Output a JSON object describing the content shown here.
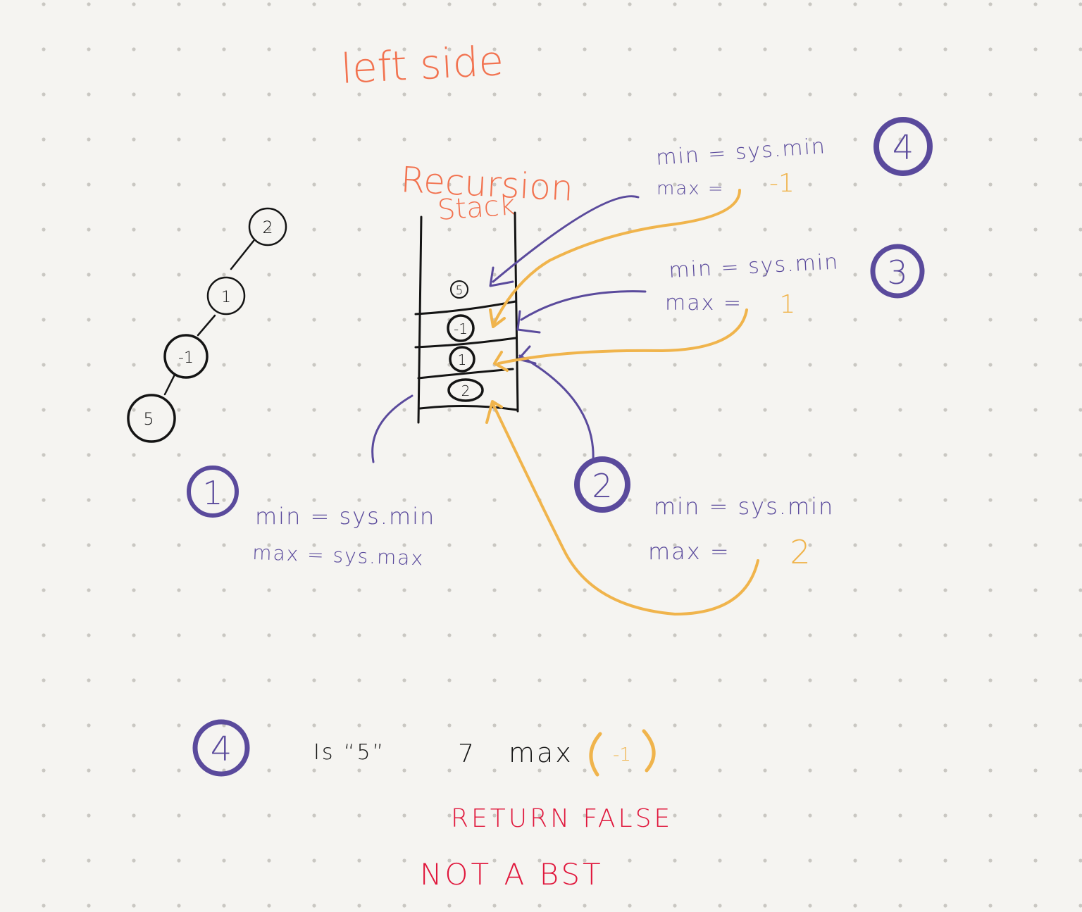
{
  "title": "left side",
  "stack_title_1": "Recursion",
  "stack_title_2": "Stack",
  "tree_nodes": [
    "2",
    "1",
    "-1",
    "5"
  ],
  "stack_frames": [
    "5",
    "-1",
    "1",
    "2"
  ],
  "steps": [
    {
      "number": "1",
      "min": "min = sys.min",
      "max": "max = sys.max",
      "max_value": ""
    },
    {
      "number": "2",
      "min": "min = sys.min",
      "max": "max =",
      "max_value": "2"
    },
    {
      "number": "3",
      "min": "min = sys.min",
      "max": "max =",
      "max_value": "1"
    },
    {
      "number": "4",
      "min": "min = sys.min",
      "max": "max =",
      "max_value": "-1"
    }
  ],
  "conclusion": {
    "step_number": "4",
    "question_prefix": "Is “5”",
    "gt_symbol": "7",
    "question_max": "max",
    "question_value": "-1",
    "result_1": "RETURN FALSE",
    "result_2": "NOT A BST"
  },
  "colors": {
    "background": "#f5f4f1",
    "dot": "#c9c7c2",
    "orange_title": "#f2724f",
    "purple": "#5a4a9c",
    "yellow": "#f0b44c",
    "black": "#141414",
    "red": "#e0173c"
  }
}
